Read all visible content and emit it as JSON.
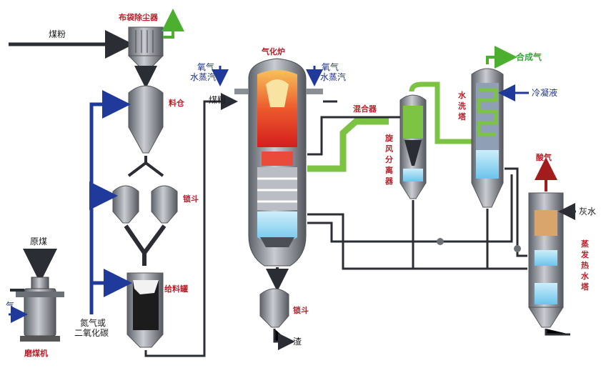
{
  "labels": {
    "coal_powder_input": "煤粉",
    "bag_filter": "布袋除尘器",
    "bin": "料仓",
    "lock_hopper_top": "锁斗",
    "feed_tank": "给料罐",
    "raw_coal": "原煤",
    "coal_mill": "磨煤机",
    "gas_left": "气",
    "n2_or_co2": [
      "氮气或",
      "二氧化碳"
    ],
    "oxygen_steam_left": [
      "氧气",
      "水蒸汽"
    ],
    "coal_powder_burner": "煤粉",
    "gasifier": "气化炉",
    "oxygen_steam_right": [
      "氧气",
      "水蒸汽"
    ],
    "lock_hopper_bottom": "锁斗",
    "slag": "渣",
    "mixer": "混合器",
    "cyclone_separator": "旋风分离器",
    "scrubber": "水洗塔",
    "syngas": "合成气",
    "condensate": "冷凝液",
    "acid_gas": "酸气",
    "ash_water": "灰水",
    "evaporative_heater": "蒸发热水塔"
  },
  "colors": {
    "coal_line": "#2a2d33",
    "gas_line": "#7cc243",
    "gas_flow": "#4caf2f",
    "n2_line": "#1f3a9a",
    "vessel": "#8a8f96",
    "flame": "#e0362a",
    "water": "#9fd8f2"
  }
}
